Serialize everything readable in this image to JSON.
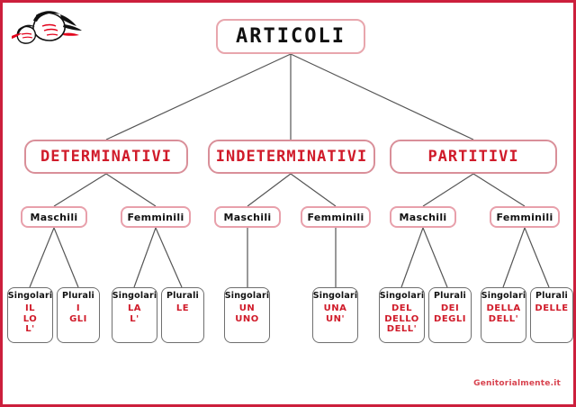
{
  "page": {
    "border_color": "#cc1f3c",
    "background": "#ffffff",
    "accent_red": "#d01b2a",
    "box_pink": "#e8a6ad",
    "line_color": "#555555"
  },
  "logo": {
    "name": "genitorialmente-faces-logo",
    "colors": [
      "#000000",
      "#e2001a"
    ]
  },
  "watermark": {
    "text": "Genitorialmente.it",
    "color": "#d8434f"
  },
  "tree": {
    "root": {
      "label": "ARTICOLI"
    },
    "categories": [
      {
        "id": "determinativi",
        "label": "DETERMINATIVI",
        "genders": [
          {
            "id": "det-maschili",
            "label": "Maschili",
            "leaves": [
              {
                "id": "det-m-sing",
                "head": "Singolari",
                "articles": [
                  "IL",
                  "LO",
                  "L'"
                ]
              },
              {
                "id": "det-m-plur",
                "head": "Plurali",
                "articles": [
                  "I",
                  "GLI"
                ]
              }
            ]
          },
          {
            "id": "det-femminili",
            "label": "Femminili",
            "leaves": [
              {
                "id": "det-f-sing",
                "head": "Singolari",
                "articles": [
                  "LA",
                  "L'"
                ]
              },
              {
                "id": "det-f-plur",
                "head": "Plurali",
                "articles": [
                  "LE"
                ]
              }
            ]
          }
        ]
      },
      {
        "id": "indeterminativi",
        "label": "INDETERMINATIVI",
        "genders": [
          {
            "id": "ind-maschili",
            "label": "Maschili",
            "leaves": [
              {
                "id": "ind-m-sing",
                "head": "Singolari",
                "articles": [
                  "UN",
                  "UNO"
                ]
              }
            ]
          },
          {
            "id": "ind-femminili",
            "label": "Femminili",
            "leaves": [
              {
                "id": "ind-f-sing",
                "head": "Singolari",
                "articles": [
                  "UNA",
                  "UN'"
                ]
              }
            ]
          }
        ]
      },
      {
        "id": "partitivi",
        "label": "PARTITIVI",
        "genders": [
          {
            "id": "par-maschili",
            "label": "Maschili",
            "leaves": [
              {
                "id": "par-m-sing",
                "head": "Singolari",
                "articles": [
                  "DEL",
                  "DELLO",
                  "DELL'"
                ]
              },
              {
                "id": "par-m-plur",
                "head": "Plurali",
                "articles": [
                  "DEI",
                  "DEGLI"
                ]
              }
            ]
          },
          {
            "id": "par-femminili",
            "label": "Femminili",
            "leaves": [
              {
                "id": "par-f-sing",
                "head": "Singolari",
                "articles": [
                  "DELLA",
                  "DELL'"
                ]
              },
              {
                "id": "par-f-plur",
                "head": "Plurali",
                "articles": [
                  "DELLE"
                ]
              }
            ]
          }
        ]
      }
    ]
  }
}
